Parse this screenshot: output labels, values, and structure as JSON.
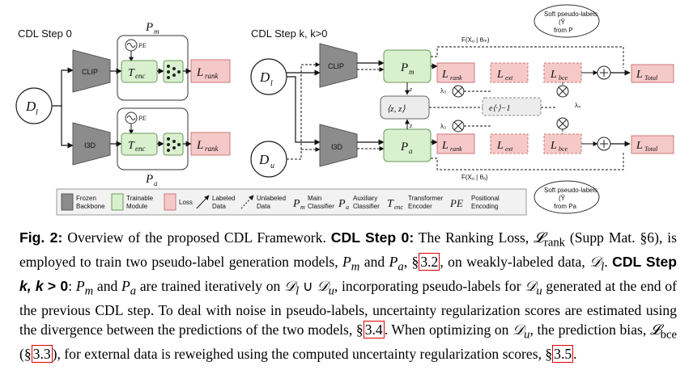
{
  "figure": {
    "step0_title": "CDL Step 0",
    "stepk_title": "CDL Step k, k>0",
    "pm_label": "P",
    "pm_sub": "m",
    "pa_label": "P",
    "pa_sub": "a",
    "dl_label": "D",
    "dl_sub": "l",
    "du_label": "D",
    "du_sub": "u",
    "clip": "CLIP",
    "i3d": "I3D",
    "pe": "PE",
    "tenc": "T",
    "tenc_sub": "enc",
    "l_rank": "L",
    "rank_sub": "rank",
    "ext_sub": "ext",
    "bce_sub": "bce",
    "total_sub": "Total",
    "soft_top": [
      "Soft pseudo-labels",
      "(Ŷ",
      "from P"
    ],
    "soft_bot": [
      "Soft pseudo-labels",
      "(Ŷ",
      "from Pa"
    ],
    "f_m": "F(Xᵤ | θₘ)",
    "f_a": "F(Xᵤ | θₐ)",
    "zm": "z",
    "za": "z",
    "lambda3": "λ₃",
    "lambda4": "λ₄",
    "exp_term": "eˣ⁽⟨ᶻᵐ,ᶻᵃ⟩⁾−1",
    "legend": {
      "frozen": [
        "Frozen",
        "Backbone"
      ],
      "trainable": [
        "Trainable",
        "Module"
      ],
      "loss": "Loss",
      "labeled": [
        "Labeled",
        "Data"
      ],
      "unlabeled": [
        "Unlabeled",
        "Data"
      ],
      "pm": [
        "Main",
        "Classifier"
      ],
      "pa": [
        "Auxiliary",
        "Classifier"
      ],
      "tenc": [
        "Transformer",
        "Encoder"
      ],
      "pe": [
        "Positional",
        "Encoding"
      ]
    }
  },
  "caption": {
    "fig_label": "Fig. 2:",
    "s1": " Overview of the proposed CDL Framework. ",
    "step0": "CDL Step 0:",
    "s2": " The Ranking Loss, ",
    "s3": " (Supp Mat. §6), is employed to train two pseudo-label generation models, ",
    "s4": " and ",
    "s5": ", §",
    "ref1": "3.2",
    "s6": ", on weakly-labeled data, ",
    "s7": ". ",
    "stepk": "CDL Step ",
    "s8": ": ",
    "s9": " and ",
    "s10": " are trained iteratively on ",
    "s11": ", incorporating pseudo-labels for ",
    "s12": " generated at the end of the previous CDL step. To deal with noise in pseudo-labels, uncertainty regularization scores are estimated using the divergence between the predictions of the two models, §",
    "ref2": "3.4",
    "s13": ". When optimizing on ",
    "s14": ", the prediction bias, ",
    "s15": " (§",
    "ref3": "3.3",
    "s16": "), for external data is reweighed using the computed uncertainty regularization scores, §",
    "ref4": "3.5",
    "s17": "."
  }
}
